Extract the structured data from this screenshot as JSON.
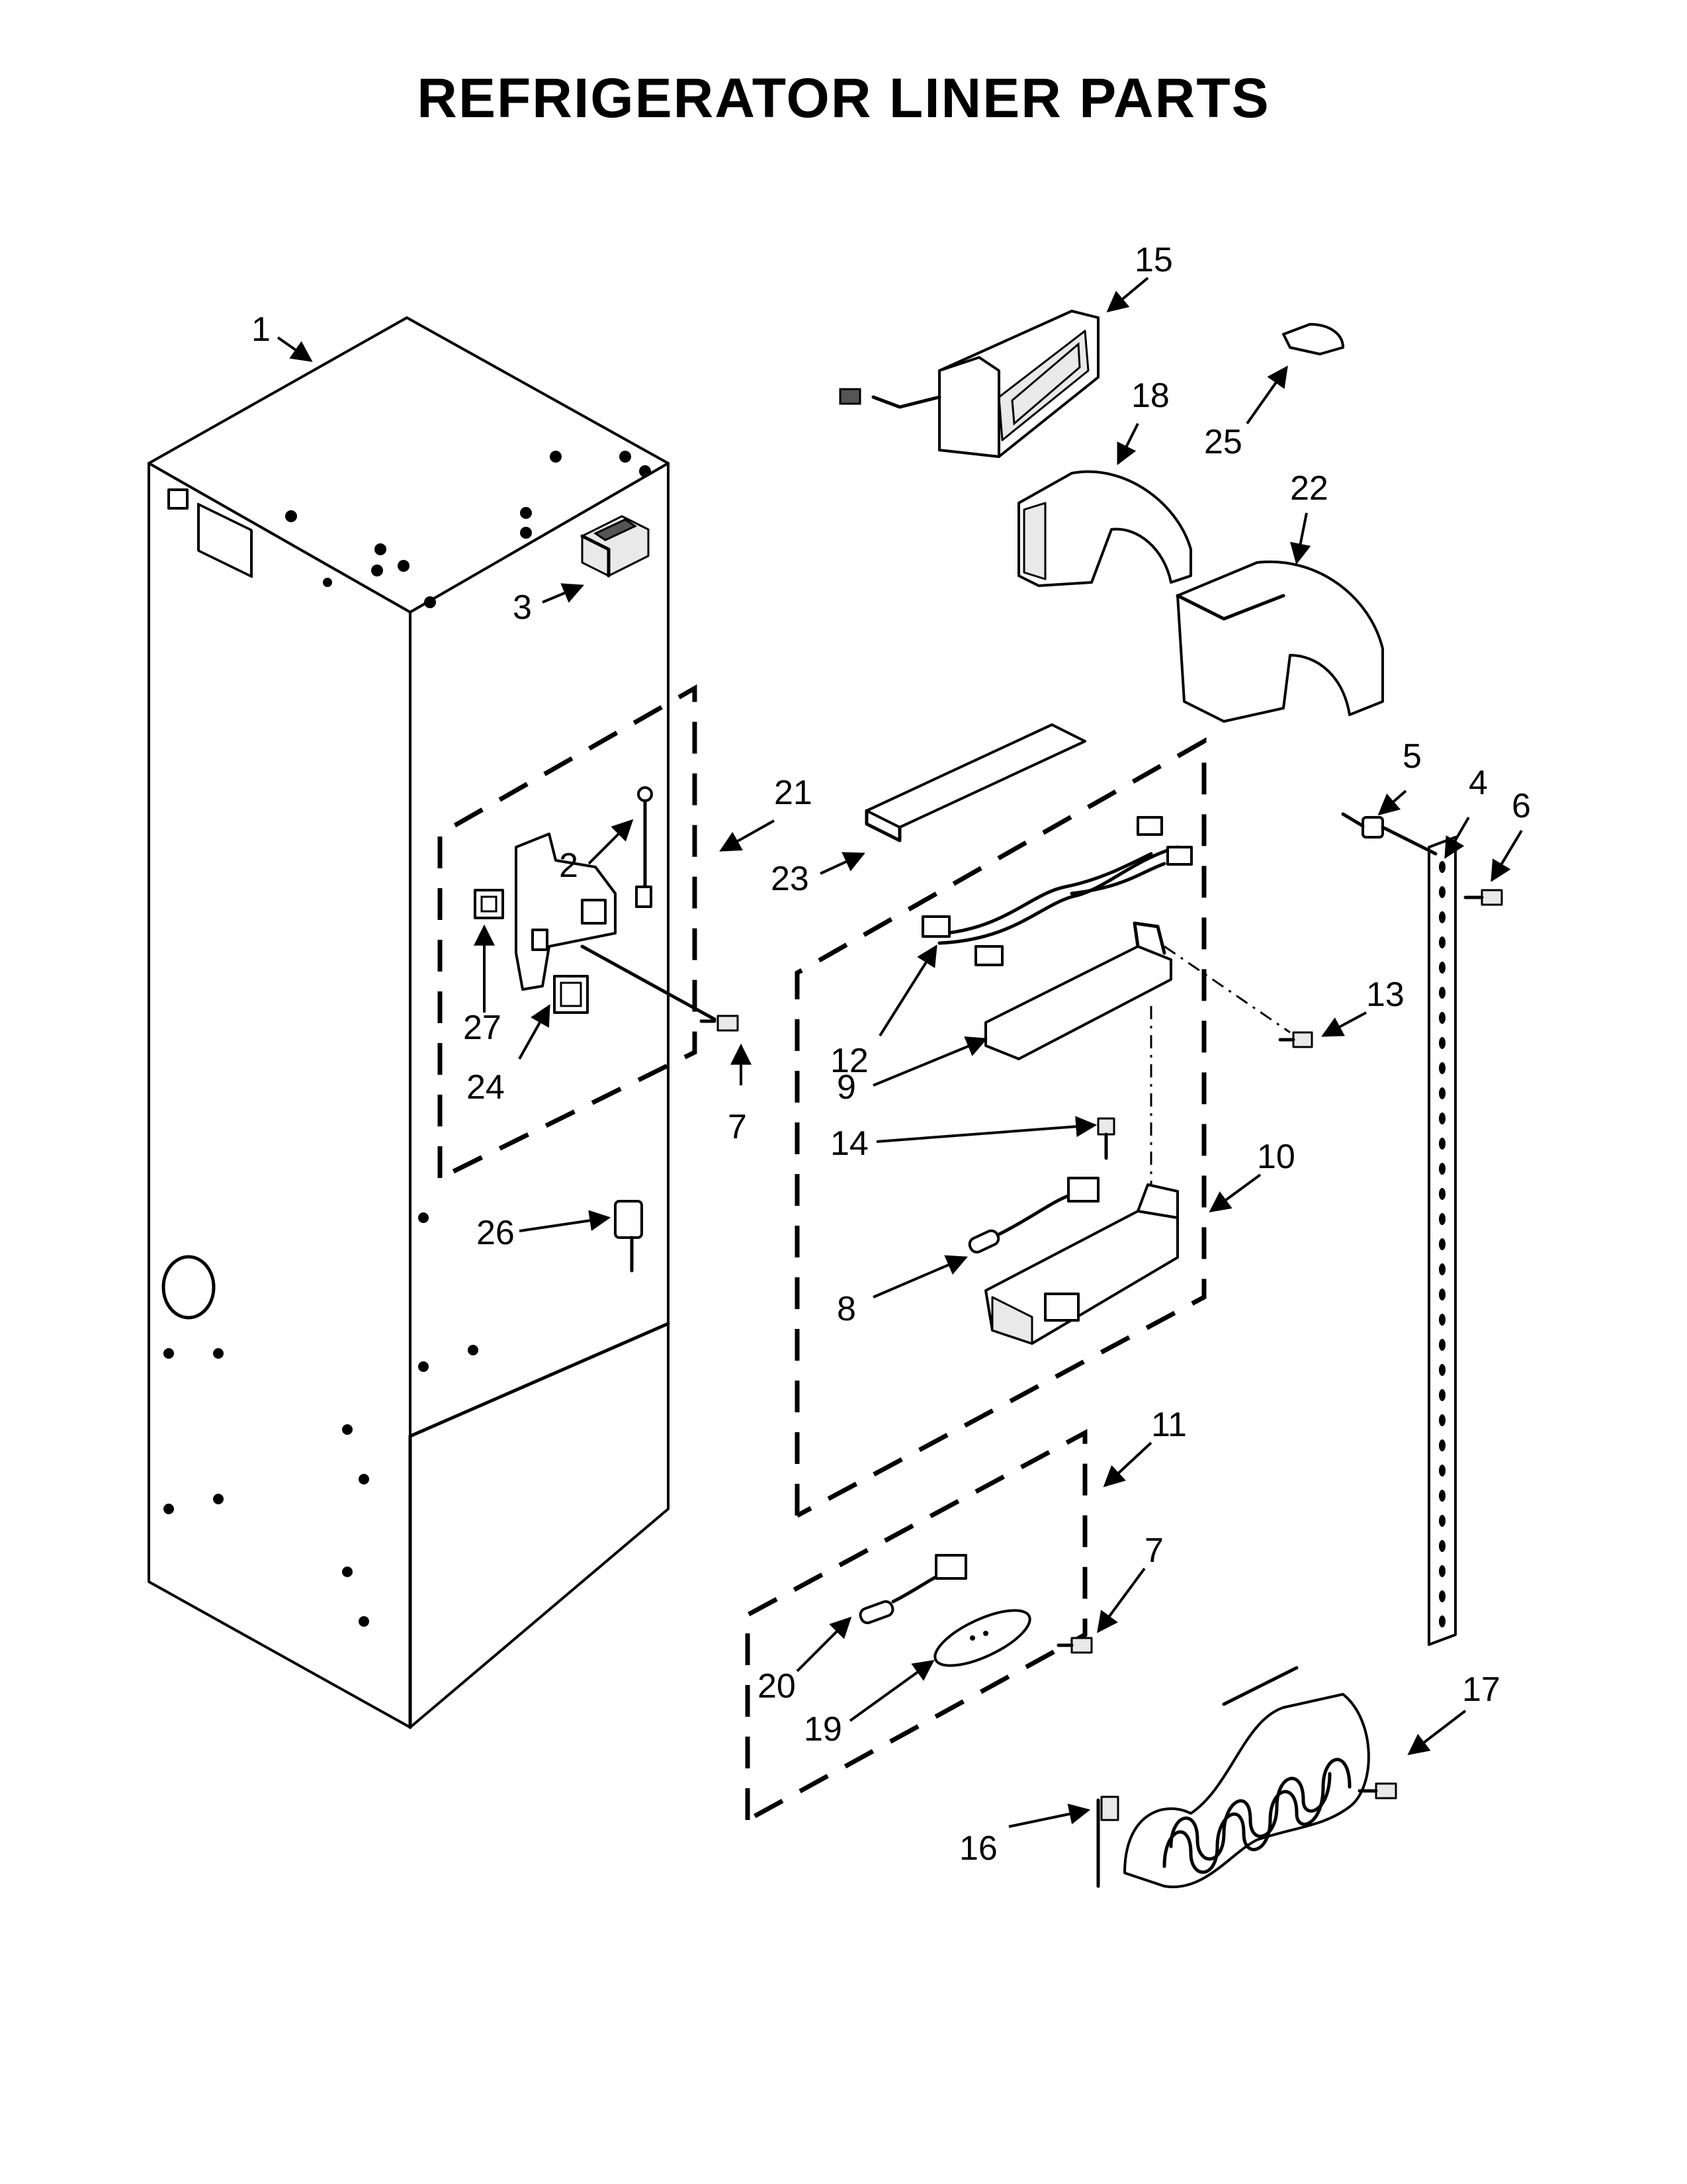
{
  "title": "REFRIGERATOR LINER PARTS",
  "callouts": [
    {
      "id": "1",
      "label": "1"
    },
    {
      "id": "2",
      "label": "2"
    },
    {
      "id": "3",
      "label": "3"
    },
    {
      "id": "4",
      "label": "4"
    },
    {
      "id": "5",
      "label": "5"
    },
    {
      "id": "6",
      "label": "6"
    },
    {
      "id": "7a",
      "label": "7"
    },
    {
      "id": "7b",
      "label": "7"
    },
    {
      "id": "8",
      "label": "8"
    },
    {
      "id": "9",
      "label": "9"
    },
    {
      "id": "10",
      "label": "10"
    },
    {
      "id": "11",
      "label": "11"
    },
    {
      "id": "12",
      "label": "12"
    },
    {
      "id": "13",
      "label": "13"
    },
    {
      "id": "14",
      "label": "14"
    },
    {
      "id": "15",
      "label": "15"
    },
    {
      "id": "16",
      "label": "16"
    },
    {
      "id": "17",
      "label": "17"
    },
    {
      "id": "18",
      "label": "18"
    },
    {
      "id": "19",
      "label": "19"
    },
    {
      "id": "20",
      "label": "20"
    },
    {
      "id": "21",
      "label": "21"
    },
    {
      "id": "22",
      "label": "22"
    },
    {
      "id": "23",
      "label": "23"
    },
    {
      "id": "24",
      "label": "24"
    },
    {
      "id": "25",
      "label": "25"
    },
    {
      "id": "26",
      "label": "26"
    },
    {
      "id": "27",
      "label": "27"
    }
  ]
}
